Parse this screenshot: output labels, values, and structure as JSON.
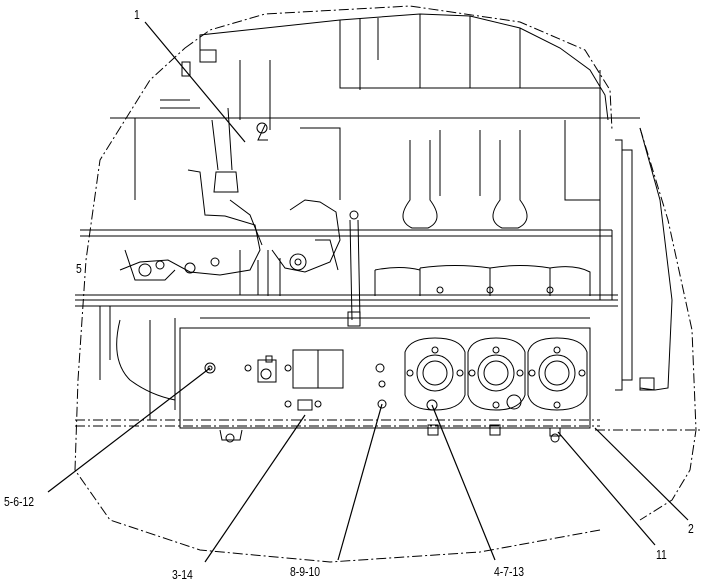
{
  "callouts": {
    "c1": "1",
    "c2": "2",
    "c11": "11",
    "c5_6_12": "5-6-12",
    "c3_14": "3-14",
    "c8_9_10": "8-9-10",
    "c4_7_13": "4-7-13",
    "c5_side": "5"
  },
  "colors": {
    "line": "#000000",
    "background": "#ffffff"
  }
}
